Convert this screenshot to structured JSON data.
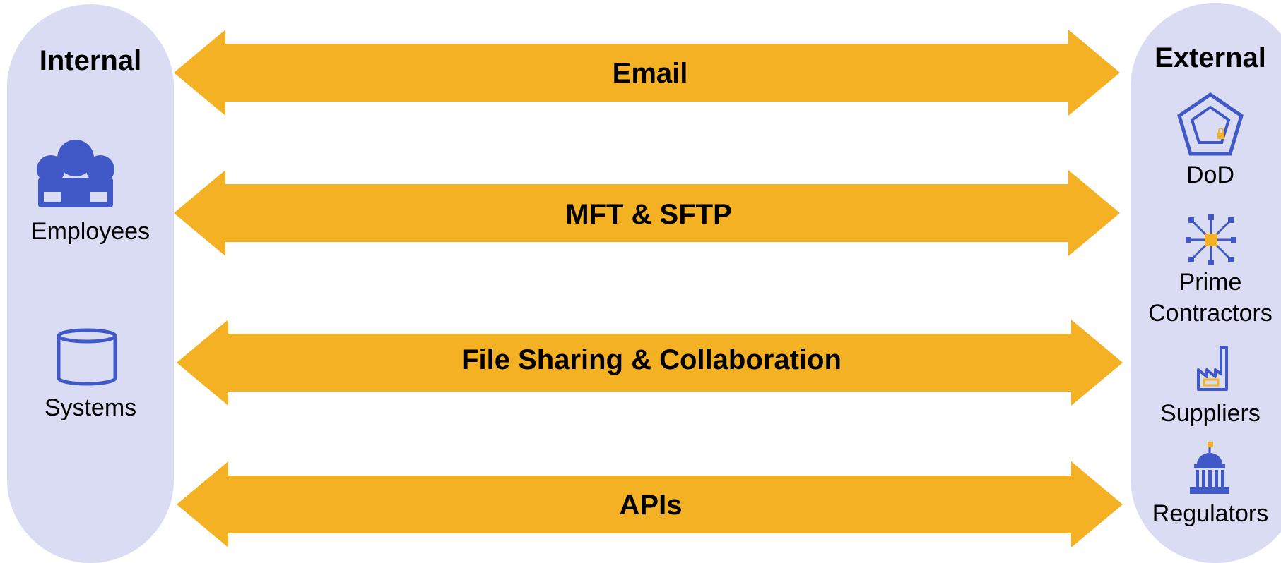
{
  "colors": {
    "pill_bg": "#d9dcf3",
    "arrow": "#f3b123",
    "icon_blue": "#4159c7",
    "icon_orange": "#f3b123"
  },
  "internal": {
    "title": "Internal",
    "entities": [
      {
        "label": "Employees",
        "icon": "people-group-icon"
      },
      {
        "label": "Systems",
        "icon": "database-cylinder-icon"
      }
    ]
  },
  "external": {
    "title": "External",
    "entities": [
      {
        "label": "DoD",
        "icon": "pentagon-lock-icon"
      },
      {
        "label": "Prime\nContractors",
        "icon": "network-hub-icon"
      },
      {
        "label": "Suppliers",
        "icon": "factory-icon"
      },
      {
        "label": "Regulators",
        "icon": "government-building-icon"
      }
    ]
  },
  "channels": [
    {
      "label": "Email"
    },
    {
      "label": "MFT & SFTP"
    },
    {
      "label": "File Sharing & Collaboration"
    },
    {
      "label": "APIs"
    }
  ]
}
